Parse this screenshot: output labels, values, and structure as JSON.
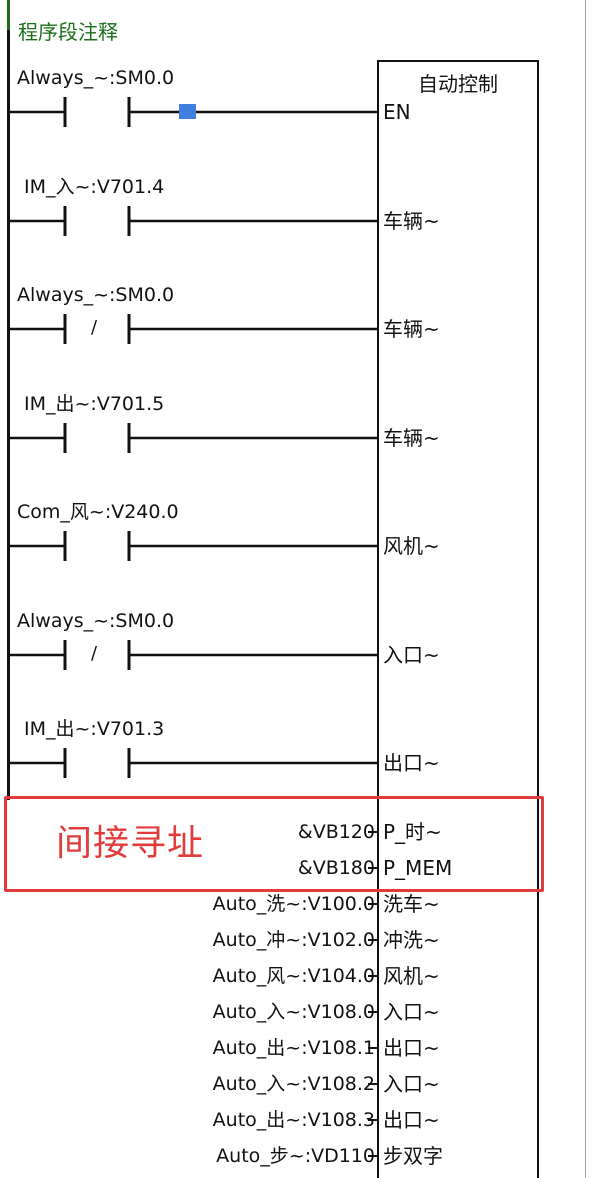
{
  "section_comment": "程序段注释",
  "block": {
    "title": "自动控制",
    "color_border": "#111111"
  },
  "rungs": [
    {
      "label": "Always_~:SM0.0",
      "contact": "no",
      "pin": "EN",
      "has_square": true
    },
    {
      "label": "IM_入~:V701.4",
      "contact": "no",
      "pin": "车辆~"
    },
    {
      "label": "Always_~:SM0.0",
      "contact": "nc",
      "pin": "车辆~"
    },
    {
      "label": "IM_出~:V701.5",
      "contact": "no",
      "pin": "车辆~"
    },
    {
      "label": "Com_风~:V240.0",
      "contact": "no",
      "pin": "风机~"
    },
    {
      "label": "Always_~:SM0.0",
      "contact": "nc",
      "pin": "入口~"
    },
    {
      "label": "IM_出~:V701.3",
      "contact": "no",
      "pin": "出口~"
    }
  ],
  "nc_symbol": "/",
  "operands": [
    {
      "value": "&VB120",
      "pin": "P_时~"
    },
    {
      "value": "&VB180",
      "pin": "P_MEM"
    },
    {
      "value": "Auto_洗~:V100.0",
      "pin": "洗车~"
    },
    {
      "value": "Auto_冲~:V102.0",
      "pin": "冲洗~"
    },
    {
      "value": "Auto_风~:V104.0",
      "pin": "风机~"
    },
    {
      "value": "Auto_入~:V108.0",
      "pin": "入口~"
    },
    {
      "value": "Auto_出~:V108.1",
      "pin": "出口~"
    },
    {
      "value": "Auto_入~:V108.2",
      "pin": "入口~"
    },
    {
      "value": "Auto_出~:V108.3",
      "pin": "出口~"
    },
    {
      "value": "Auto_步~:VD110",
      "pin": "步双字"
    }
  ],
  "annotation": {
    "text": "间接寻址",
    "color": "#e23b3b"
  },
  "colors": {
    "comment_green": "#1a6e1a",
    "en_square": "#3f7fe0",
    "wire": "#111111"
  }
}
